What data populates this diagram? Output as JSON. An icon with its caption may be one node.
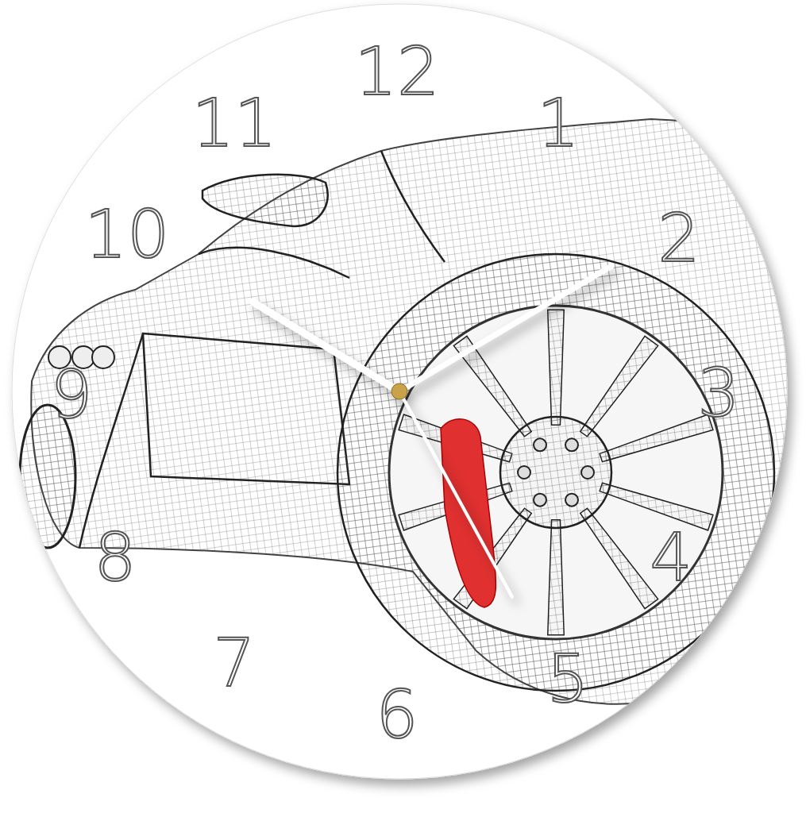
{
  "diagram": {
    "labels": [
      "12",
      "1",
      "2",
      "3",
      "4",
      "5",
      "6",
      "7",
      "8",
      "9",
      "10",
      "11"
    ]
  }
}
